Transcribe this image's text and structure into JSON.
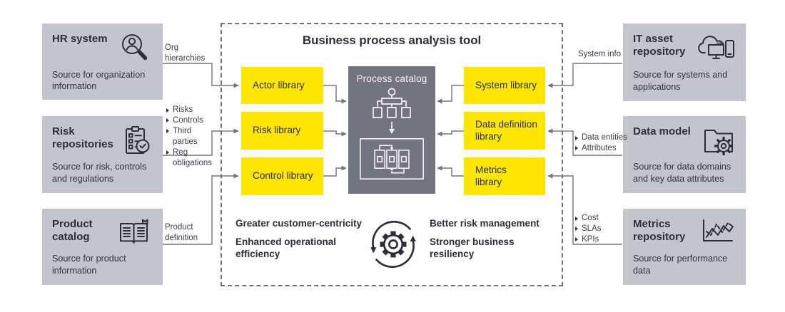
{
  "title": "Business process analysis tool",
  "colors": {
    "accent_yellow": "#ffe600",
    "source_box_gray": "#c4c4cd",
    "catalog_gray": "#747480",
    "text_dark": "#2e2e38"
  },
  "left_sources": [
    {
      "title": "HR system",
      "description": "Source for organization information",
      "connector_label": "Org hierarchies"
    },
    {
      "title": "Risk repositories",
      "description": "Source for risk, controls and regulations",
      "connector_items": [
        "Risks",
        "Controls",
        "Third parties",
        "Reg obligations"
      ]
    },
    {
      "title": "Product catalog",
      "description": "Source for product information",
      "connector_label": "Product definition"
    }
  ],
  "right_sources": [
    {
      "title": "IT asset repository",
      "description": "Source for systems and applications",
      "connector_label": "System info"
    },
    {
      "title": "Data model",
      "description": "Source for data domains and key data attributes",
      "connector_items": [
        "Data entities",
        "Attributes"
      ]
    },
    {
      "title": "Metrics repository",
      "description": "Source for performance data",
      "connector_items": [
        "Cost",
        "SLAs",
        "KPIs"
      ]
    }
  ],
  "libraries": {
    "left": [
      "Actor library",
      "Risk library",
      "Control library"
    ],
    "right": [
      "System library",
      "Data definition\nlibrary",
      "Metrics\nlibrary"
    ]
  },
  "process_catalog": {
    "title": "Process catalog"
  },
  "benefits": {
    "left": [
      "Greater customer-centricity",
      "Enhanced operational efficiency"
    ],
    "right": [
      "Better risk management",
      "Stronger business resiliency"
    ]
  }
}
